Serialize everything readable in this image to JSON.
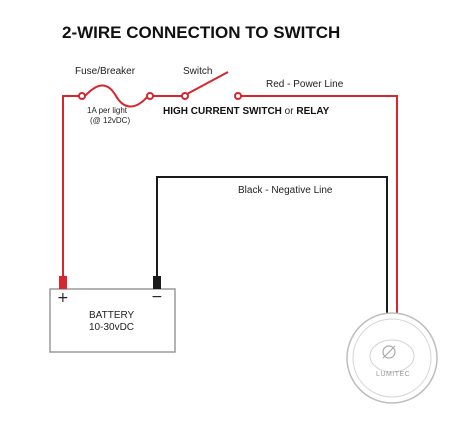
{
  "title": "2-WIRE CONNECTION TO SWITCH",
  "labels": {
    "fuse": "Fuse/Breaker",
    "fuse_rating_line1": "1A per light",
    "fuse_rating_line2": "(@ 12vDC)",
    "switch": "Switch",
    "switch_note_prefix": "HIGH CURRENT SWITCH",
    "switch_note_or": " or ",
    "switch_note_suffix": "RELAY",
    "power_line": "Red - Power Line",
    "negative_line": "Black - Negative Line"
  },
  "battery": {
    "label_line1": "BATTERY",
    "label_line2": "10-30vDC",
    "positive_symbol": "+",
    "negative_symbol": "−"
  },
  "light": {
    "brand": "LUMITEC"
  },
  "colors": {
    "power_wire": "#d7262d",
    "negative_wire": "#1a1a1a",
    "battery_outline": "#9a9a9a",
    "light_outline": "#bdbdbd"
  }
}
